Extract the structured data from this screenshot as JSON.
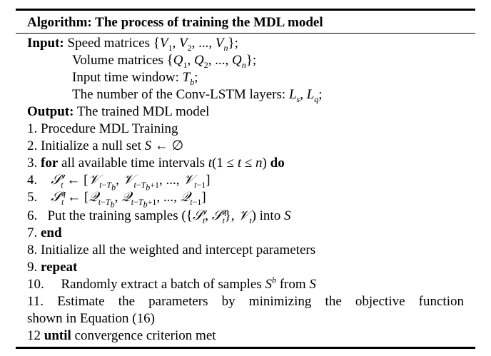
{
  "title": "Algorithm: The process of training the MDL model",
  "input_label": "Input:",
  "output_label": "Output:",
  "inputs": [
    "Speed matrices {V1, V2, ..., Vn};",
    "Volume matrices {Q1, Q2, ..., Qn};",
    "Input time window: Tb;",
    "The number of the Conv-LSTM layers: Ls, Lq;"
  ],
  "output_text": "The trained MDL model",
  "steps": {
    "s1": "1. Procedure MDL Training",
    "s2": "2. Initialize a null set S ← ∅",
    "s3_num": "3.",
    "s3_kw_for": "for",
    "s3_text": "all available time intervals t(1 ≤ t ≤ n)",
    "s3_kw_do": "do",
    "s4": "4.",
    "s5": "5.",
    "s6": "6.  Put the training samples ({S_t^v, S_t^q}, V_t) into S",
    "s7_num": "7.",
    "s7_kw": "end",
    "s8": "8. Initialize all the weighted and intercept parameters",
    "s9_num": "9.",
    "s9_kw": "repeat",
    "s10": "10.    Randomly extract a batch of samples S^b from S",
    "s11a": "11.    Estimate the parameters by minimizing the objective function",
    "s11b": "shown in Equation (16)",
    "s12_num": "12",
    "s12_kw": "until",
    "s12_text": "convergence criterion met"
  }
}
